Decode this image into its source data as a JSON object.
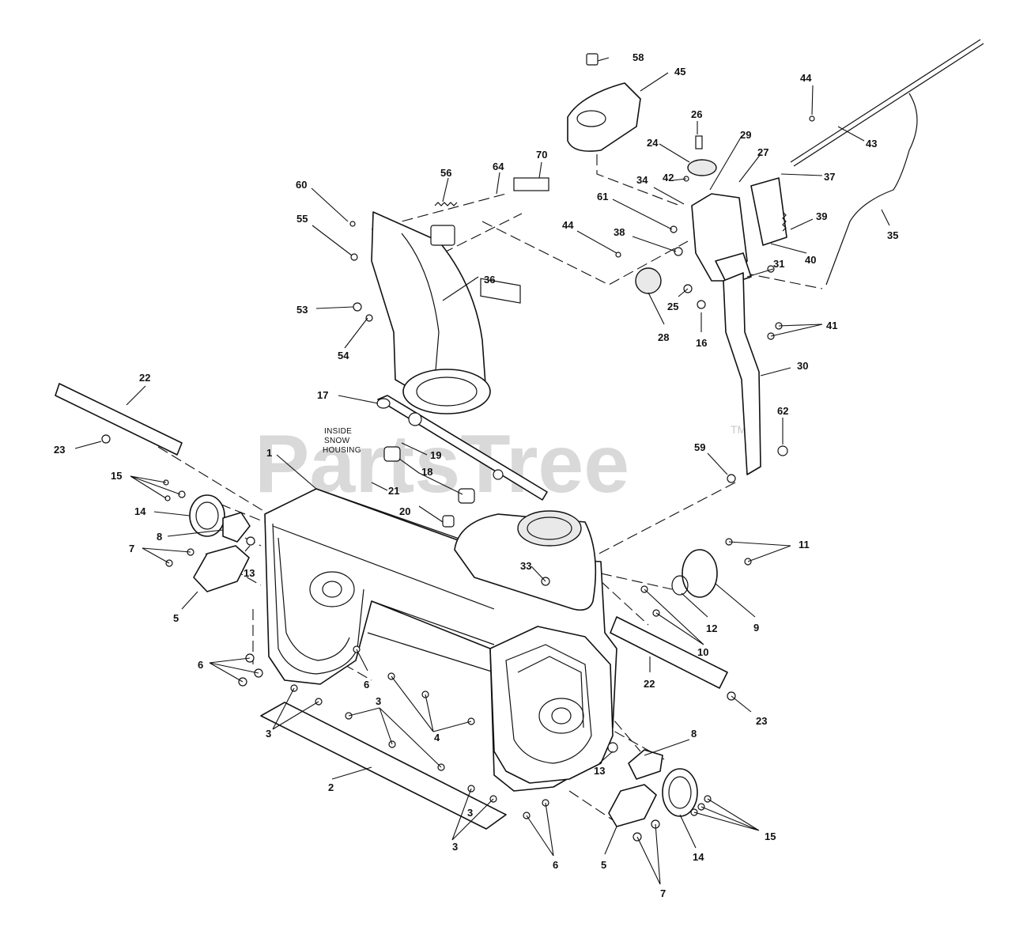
{
  "watermark": {
    "text": "PartsTree",
    "trademark": "TM"
  },
  "note": {
    "lines": [
      "INSIDE",
      "SNOW",
      "HOUSING"
    ]
  },
  "callouts": [
    "58",
    "45",
    "44",
    "26",
    "24",
    "29",
    "27",
    "43",
    "60",
    "56",
    "64",
    "70",
    "42",
    "34",
    "61",
    "37",
    "55",
    "44",
    "38",
    "39",
    "35",
    "36",
    "53",
    "40",
    "31",
    "25",
    "28",
    "16",
    "41",
    "54",
    "22",
    "30",
    "17",
    "23",
    "19",
    "62",
    "59",
    "18",
    "21",
    "15",
    "1",
    "20",
    "14",
    "8",
    "11",
    "33",
    "13",
    "7",
    "12",
    "5",
    "9",
    "10",
    "6",
    "6",
    "22",
    "23",
    "3",
    "3",
    "4",
    "3",
    "8",
    "2",
    "13",
    "15",
    "14",
    "3",
    "6",
    "5",
    "7"
  ]
}
